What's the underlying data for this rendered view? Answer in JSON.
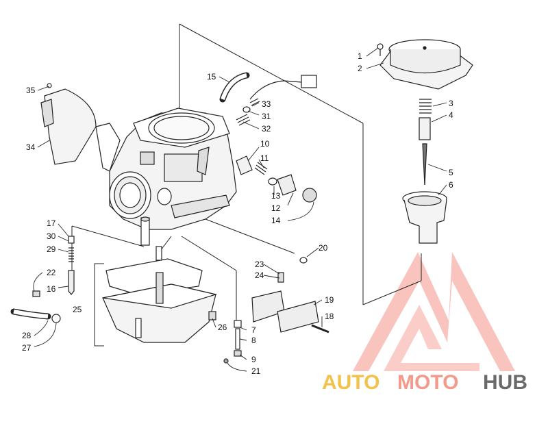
{
  "diagram": {
    "callouts": [
      {
        "id": "c1",
        "text": "1"
      },
      {
        "id": "c2",
        "text": "2"
      },
      {
        "id": "c3",
        "text": "3"
      },
      {
        "id": "c4",
        "text": "4"
      },
      {
        "id": "c5",
        "text": "5"
      },
      {
        "id": "c6",
        "text": "6"
      },
      {
        "id": "c7",
        "text": "7"
      },
      {
        "id": "c8",
        "text": "8"
      },
      {
        "id": "c9",
        "text": "9"
      },
      {
        "id": "c10",
        "text": "10"
      },
      {
        "id": "c11",
        "text": "11"
      },
      {
        "id": "c12",
        "text": "12"
      },
      {
        "id": "c13",
        "text": "13"
      },
      {
        "id": "c14",
        "text": "14"
      },
      {
        "id": "c15",
        "text": "15"
      },
      {
        "id": "c16",
        "text": "16"
      },
      {
        "id": "c17",
        "text": "17"
      },
      {
        "id": "c18",
        "text": "18"
      },
      {
        "id": "c19",
        "text": "19"
      },
      {
        "id": "c20",
        "text": "20"
      },
      {
        "id": "c21",
        "text": "21"
      },
      {
        "id": "c22",
        "text": "22"
      },
      {
        "id": "c23",
        "text": "23"
      },
      {
        "id": "c24",
        "text": "24"
      },
      {
        "id": "c25",
        "text": "25"
      },
      {
        "id": "c26",
        "text": "26"
      },
      {
        "id": "c27",
        "text": "27"
      },
      {
        "id": "c28",
        "text": "28"
      },
      {
        "id": "c29",
        "text": "29"
      },
      {
        "id": "c30",
        "text": "30"
      },
      {
        "id": "c31",
        "text": "31"
      },
      {
        "id": "c32",
        "text": "32"
      },
      {
        "id": "c33",
        "text": "33"
      },
      {
        "id": "c34",
        "text": "34"
      },
      {
        "id": "c35",
        "text": "35"
      }
    ]
  },
  "watermark": {
    "part1": "AUTO",
    "part2": "MOTO",
    "part3": "HUB",
    "color_auto": "#f2c24a",
    "color_moto": "#f39a8c",
    "color_hub": "#6b6b6b",
    "color_logo": "#f37e74"
  }
}
